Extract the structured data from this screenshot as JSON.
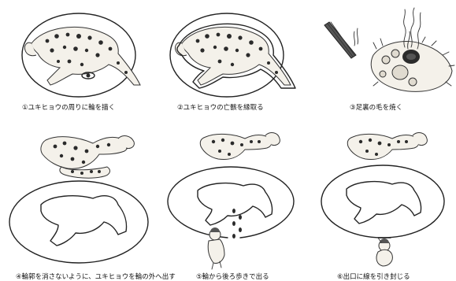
{
  "steps": [
    {
      "caption": "①ユキヒョウの周りに輪を描く"
    },
    {
      "caption": "②ユキヒョウの亡骸を縁取る"
    },
    {
      "caption": "③足裏の毛を焼く"
    },
    {
      "caption": "④輪郭を消さないように、ユキヒョウを輪の外へ出す"
    },
    {
      "caption": "⑤輪から後ろ歩きで出る"
    },
    {
      "caption": "⑥出口に線を引き封じる"
    }
  ]
}
